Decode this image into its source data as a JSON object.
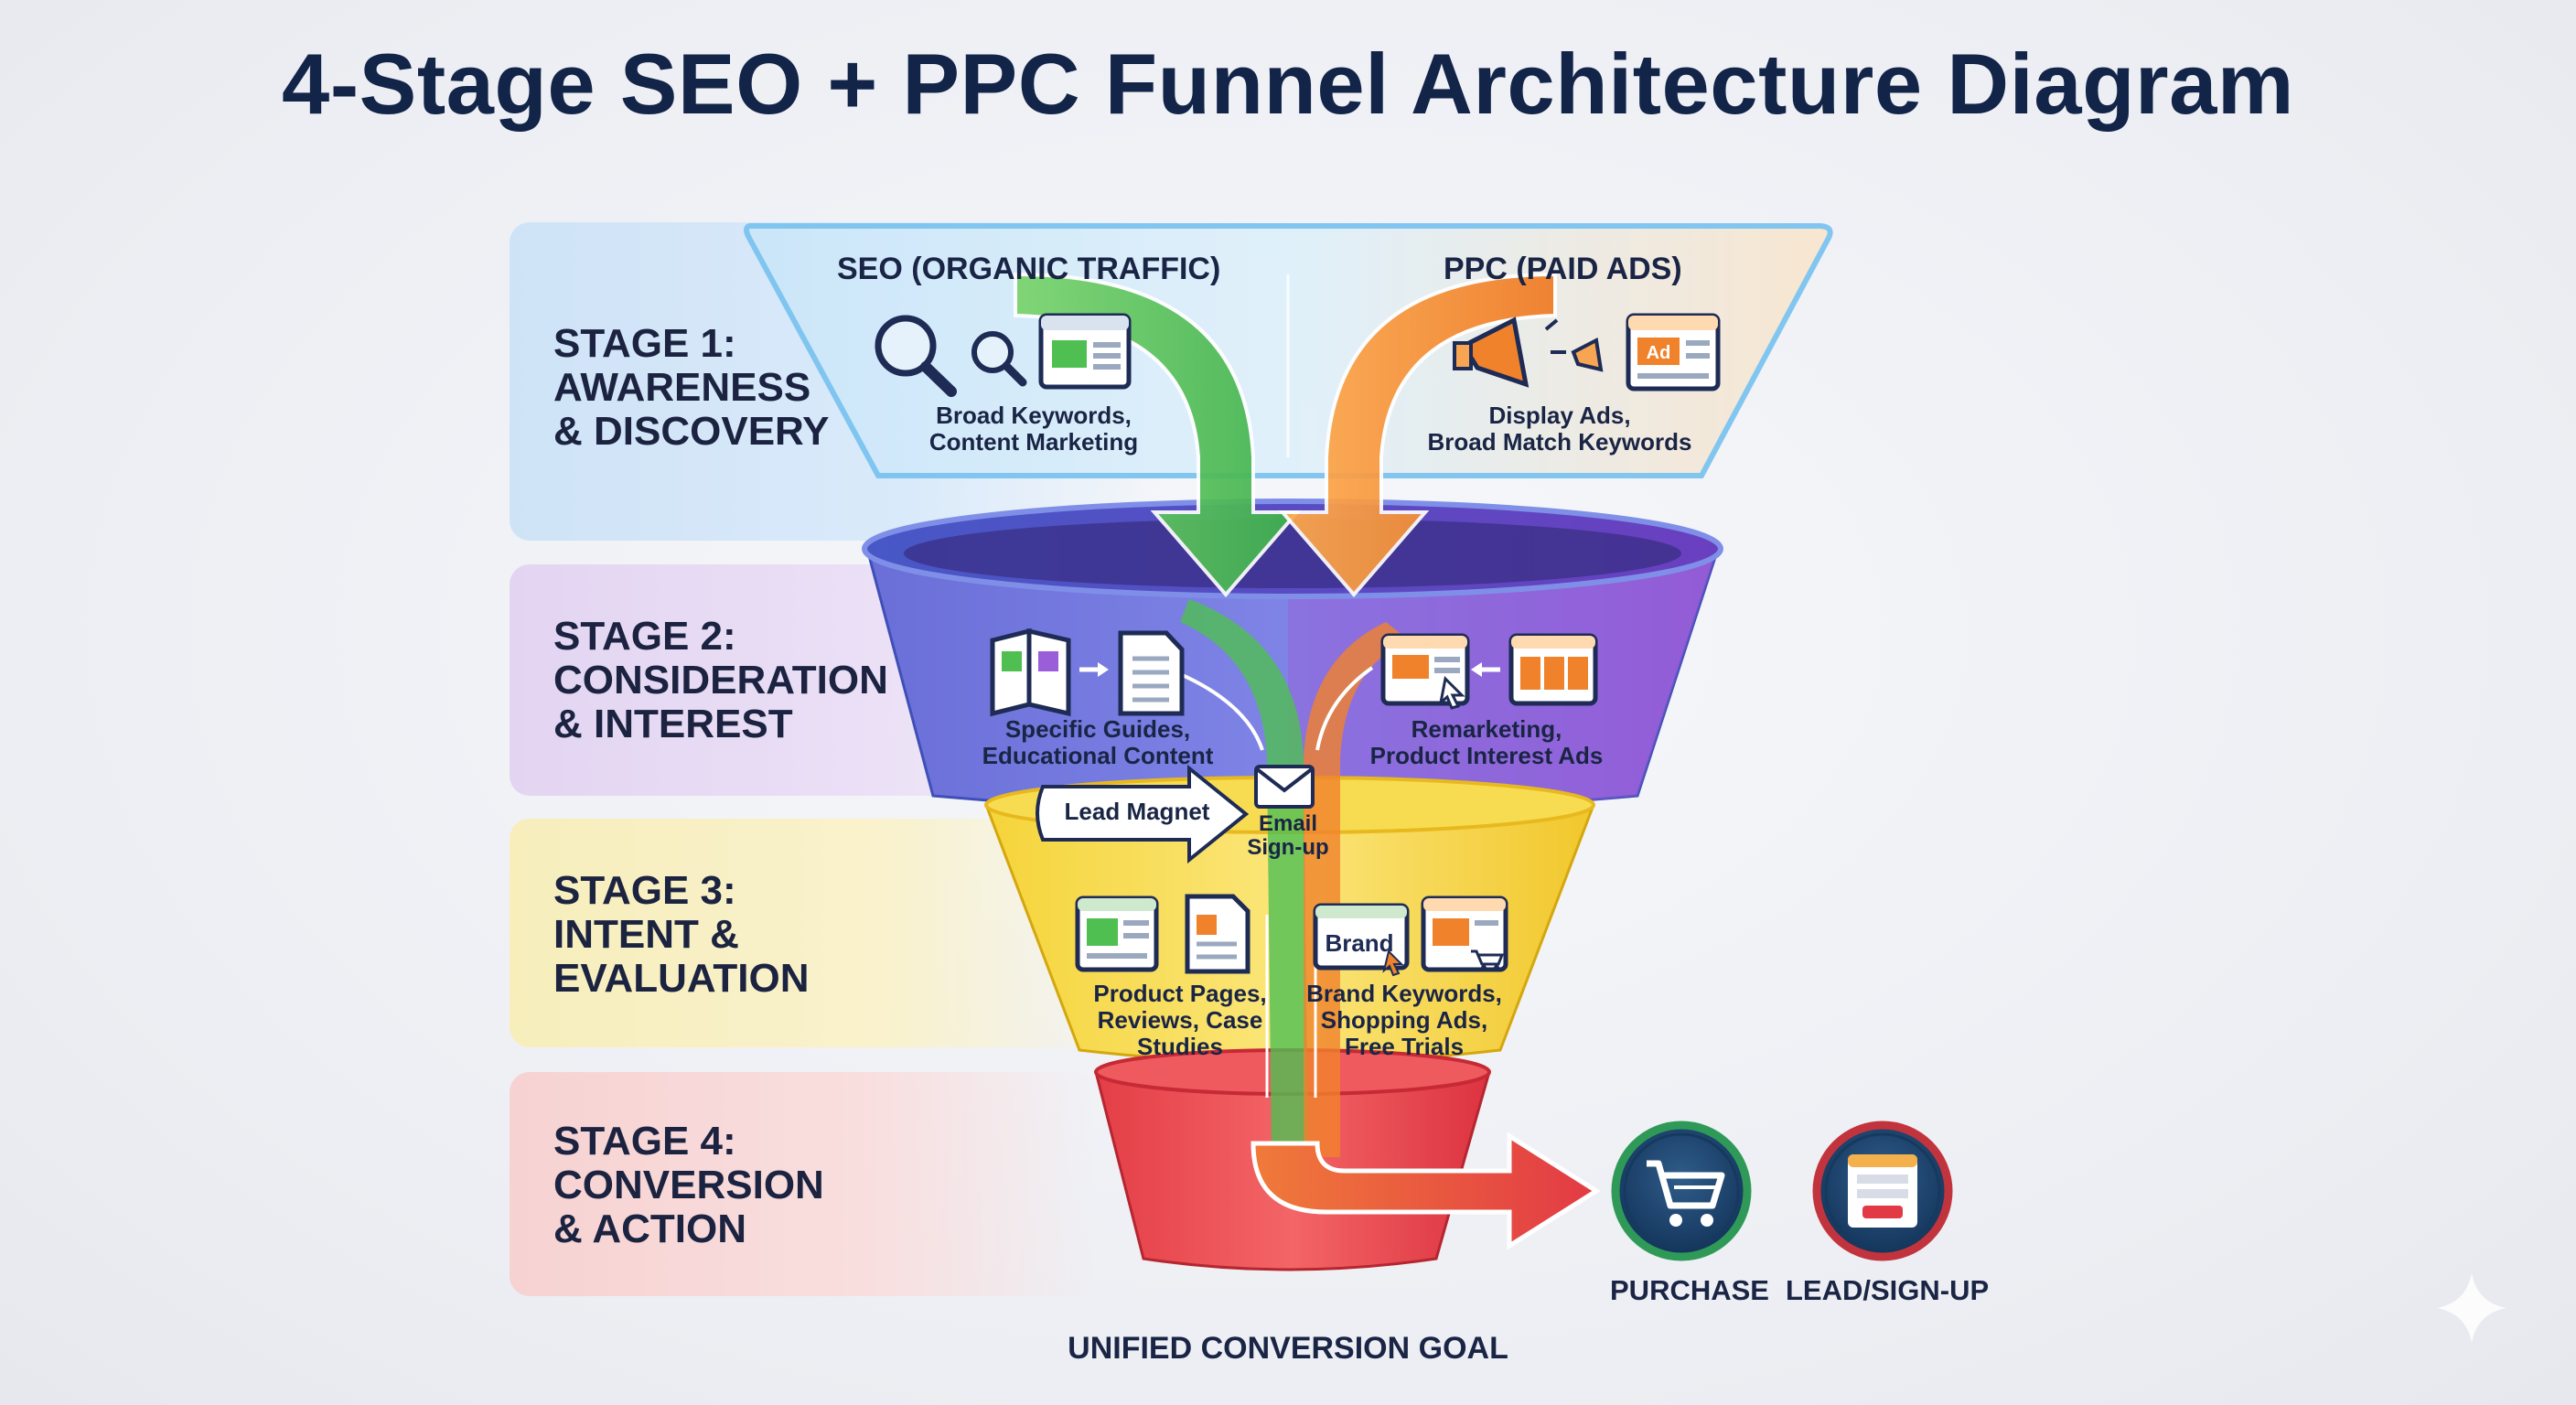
{
  "title": "4-Stage SEO + PPC Funnel Architecture Diagram",
  "columns": {
    "seo": "SEO (ORGANIC TRAFFIC)",
    "ppc": "PPC (PAID ADS)"
  },
  "stages": [
    {
      "lines": [
        "STAGE 1:",
        "AWARENESS",
        "& DISCOVERY"
      ],
      "color": "#d2e6f8"
    },
    {
      "lines": [
        "STAGE 2:",
        "CONSIDERATION",
        "& INTEREST"
      ],
      "color": "#e6d9f3"
    },
    {
      "lines": [
        "STAGE 3:",
        "INTENT &",
        "EVALUATION"
      ],
      "color": "#f8f0c3"
    },
    {
      "lines": [
        "STAGE 4:",
        "CONVERSION",
        "& ACTION"
      ],
      "color": "#f8d6d6"
    }
  ],
  "captions": {
    "s1_seo": [
      "Broad Keywords,",
      "Content Marketing"
    ],
    "s1_ppc": [
      "Display Ads,",
      "Broad Match Keywords"
    ],
    "s2_seo": [
      "Specific Guides,",
      "Educational Content"
    ],
    "s2_ppc": [
      "Remarketing,",
      "Product Interest Ads"
    ],
    "lead_magnet": "Lead Magnet",
    "email_signup": [
      "Email",
      "Sign-up"
    ],
    "s3_seo": [
      "Product Pages,",
      "Reviews, Case",
      "Studies"
    ],
    "s3_ppc": [
      "Brand Keywords,",
      "Shopping Ads,",
      "Free Trials"
    ],
    "brand_chip": "Brand",
    "ad_chip": "Ad"
  },
  "goals": {
    "purchase": "PURCHASE",
    "lead": "LEAD/SIGN-UP",
    "unified": "UNIFIED CONVERSION GOAL"
  },
  "colors": {
    "title": "#132449",
    "seo_green": "#4fbf52",
    "ppc_orange": "#f0822c",
    "funnel_blue": "#5b6fd6",
    "funnel_purple": "#9a5ed8",
    "funnel_yellow": "#f3d63b",
    "funnel_red": "#e94a4a",
    "purchase_ring": "#1f7a4a",
    "lead_ring": "#b3303a"
  },
  "icons": [
    "magnifier-icon",
    "browser-window-icon",
    "megaphone-icon",
    "ad-window-icon",
    "open-book-icon",
    "document-icon",
    "product-ad-window-icon",
    "ad-grid-icon",
    "envelope-icon",
    "product-page-icon",
    "brand-tag-icon",
    "shopping-ad-icon",
    "shopping-cart-icon",
    "signup-form-icon",
    "sparkle-icon"
  ]
}
